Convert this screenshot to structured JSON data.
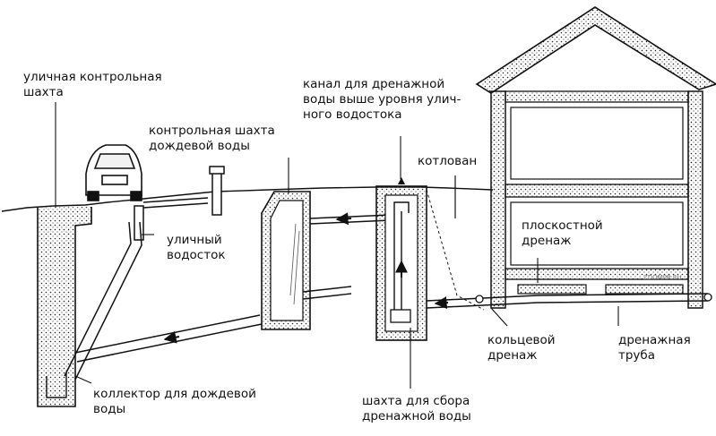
{
  "colors": {
    "ink": "#111111",
    "fill": "#e9e9e9",
    "background": "#ffffff"
  },
  "labels": {
    "street_shaft": [
      "уличная контрольная",
      "шахта"
    ],
    "rain_shaft": [
      "контрольная шахта",
      "дождевой воды"
    ],
    "channel": [
      "канал для дренажной",
      "воды выше уровня улич-",
      "ного водостока"
    ],
    "pit": "котлован",
    "street_drain": [
      "уличный",
      "водосток"
    ],
    "flat_drain": [
      "плоскостной",
      "дренаж"
    ],
    "ring_drain": [
      "кольцевой",
      "дренаж"
    ],
    "drain_pipe": [
      "дренажная",
      "труба"
    ],
    "collector": [
      "коллектор для дождевой",
      "воды"
    ],
    "drain_shaft": [
      "шахта для сбора",
      "дренажной воды"
    ]
  },
  "watermark": "ZDOMPR.RU"
}
